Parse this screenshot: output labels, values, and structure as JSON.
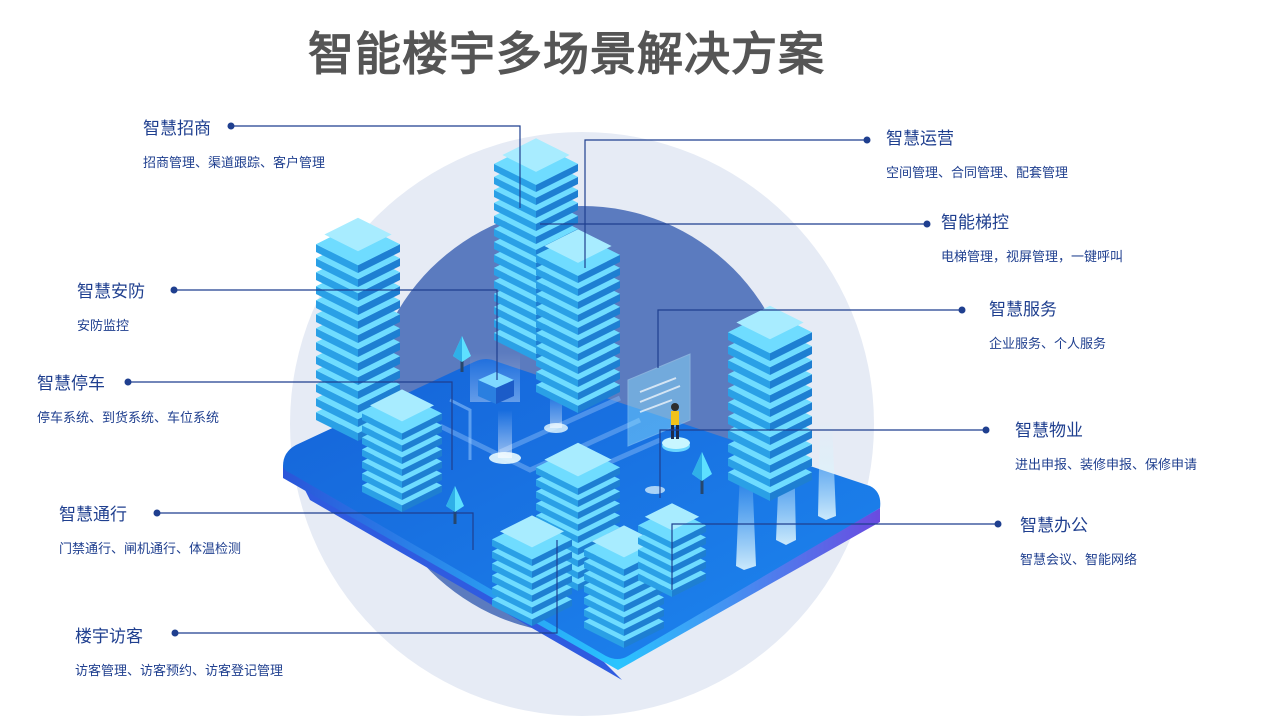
{
  "title": "智能楼宇多场景解决方案",
  "features": [
    {
      "name": "智慧招商",
      "desc": "招商管理、渠道跟踪、客户管理"
    },
    {
      "name": "智慧安防",
      "desc": "安防监控"
    },
    {
      "name": "智慧停车",
      "desc": "停车系统、到货系统、车位系统"
    },
    {
      "name": "智慧通行",
      "desc": "门禁通行、闸机通行、体温检测"
    },
    {
      "name": "楼宇访客",
      "desc": "访客管理、访客预约、访客登记管理"
    },
    {
      "name": "智慧运营",
      "desc": "空间管理、合同管理、配套管理"
    },
    {
      "name": "智能梯控",
      "desc": "电梯管理，视屏管理，一键呼叫"
    },
    {
      "name": "智慧服务",
      "desc": "企业服务、个人服务"
    },
    {
      "name": "智慧物业",
      "desc": "进出申报、装修申报、保修申请"
    },
    {
      "name": "智慧办公",
      "desc": "智慧会议、智能网络"
    }
  ],
  "colors": {
    "title": "#555555",
    "label": "#1f3f8f",
    "line": "#1f3f8f",
    "outer_circle": "#e6ebf5",
    "inner_circle": "#5b7bbf",
    "platform_top": "#1a6fe0",
    "building": "#3ab8f2"
  }
}
